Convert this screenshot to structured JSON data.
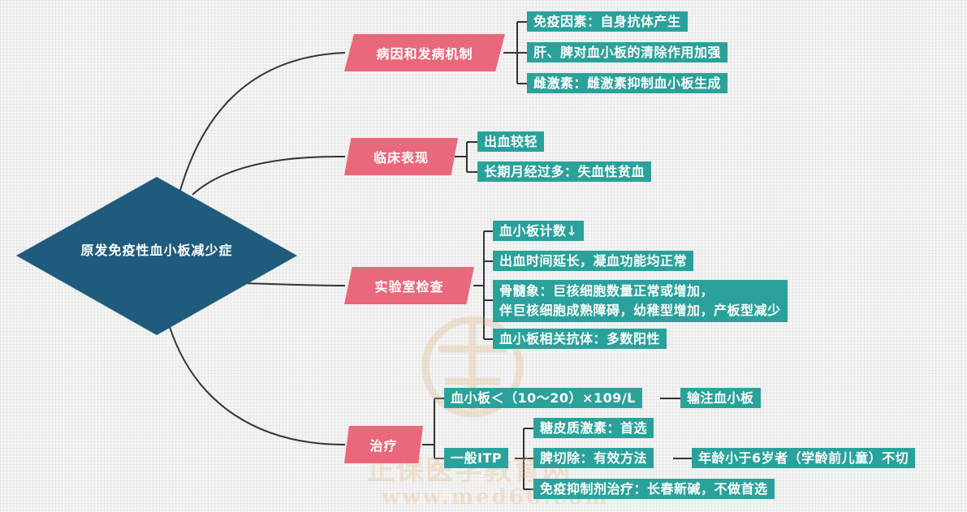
{
  "colors": {
    "root": "#1f5b7d",
    "category": "#e9687b",
    "leaf": "#2aa29b",
    "line": "#333333",
    "watermark": "#e9be8c"
  },
  "root": "原发免疫性血小板减少症",
  "categories": [
    {
      "label": "病因和发病机制",
      "items": [
        "免疫因素：自身抗体产生",
        "肝、脾对血小板的清除作用加强",
        "雌激素：雌激素抑制血小板生成"
      ]
    },
    {
      "label": "临床表现",
      "items": [
        "出血较轻",
        "长期月经过多：失血性贫血"
      ]
    },
    {
      "label": "实验室检查",
      "items": [
        "血小板计数↓",
        "出血时间延长，凝血功能均正常",
        [
          "骨髓象：巨核细胞数量正常或增加，",
          "伴巨核细胞成熟障碍，幼稚型增加，产板型减少"
        ],
        "血小板相关抗体：多数阳性"
      ]
    },
    {
      "label": "治疗",
      "threshold": {
        "label": "血小板＜（10～20）×109/L",
        "action": "输注血小板"
      },
      "general": {
        "label": "一般ITP",
        "items": [
          "糖皮质激素：首选",
          "脾切除：有效方法",
          "免疫抑制剂治疗：长春新碱，不做首选"
        ],
        "splenectomy_note": "年龄小于6岁者（学龄前儿童）不切"
      }
    }
  ],
  "watermark": {
    "brand": "正保医学教育网",
    "url": "www.med66.com"
  }
}
